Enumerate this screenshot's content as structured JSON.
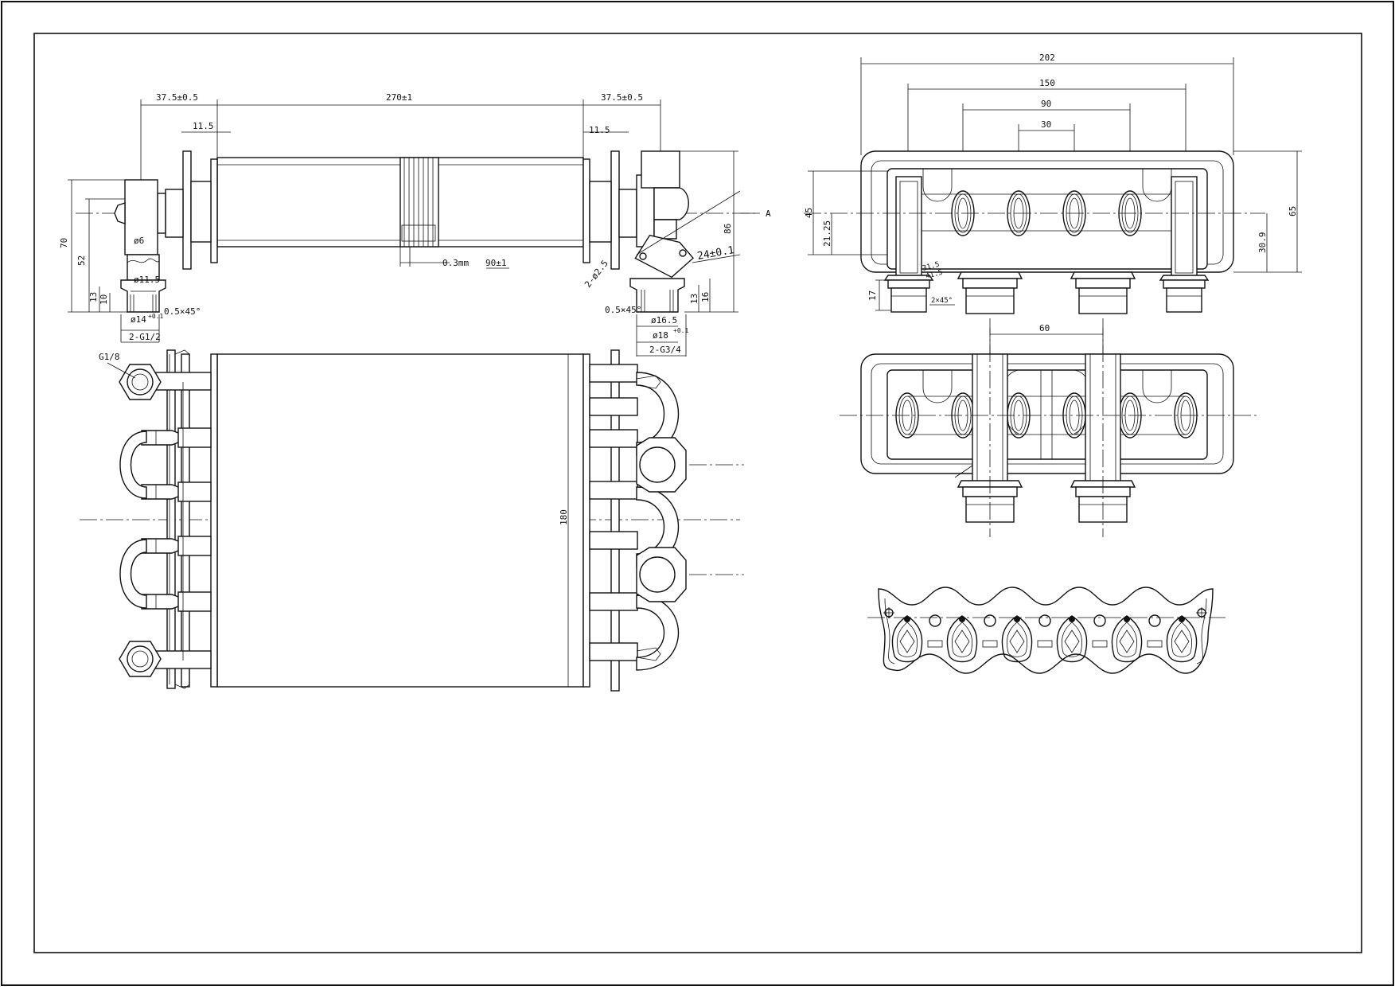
{
  "drawing": {
    "colors": {
      "ink": "#111111",
      "paper": "#ffffff"
    },
    "side_view": {
      "dims": {
        "left_offset": "37.5±0.5",
        "length": "270±1",
        "right_offset": "37.5±0.5",
        "left_flange": "11.5",
        "right_flange": "11.5",
        "fin_thickness": "0.3mm",
        "fin_count": "90±1",
        "height_70": "70",
        "height_52": "52",
        "height_13": "13",
        "height_10": "10",
        "dia_6": "ø6",
        "dia_11_5": "ø11.5",
        "dia_14": "ø14",
        "tol_left": "+0.1",
        "chamfer_left": "0.5×45°",
        "thread_left": "2-G1/2",
        "hole_spec": "2-ø2.5",
        "flat_24": "24±0.1",
        "height_86": "86",
        "view_a": "A",
        "chamfer_right": "0.5×45°",
        "dia_16_5": "ø16.5",
        "dia_18": "ø18",
        "tol_right": "+0.1",
        "height_13r": "13",
        "height_16": "16",
        "thread_right": "2-G3/4"
      }
    },
    "front_view": {
      "dims": {
        "thread_g18": "G1/8",
        "height_180": "180"
      }
    },
    "end_view_top": {
      "dims": {
        "w202": "202",
        "w150": "150",
        "w90": "90",
        "w30": "30",
        "h45": "45",
        "h21_25": "21.25",
        "h65": "65",
        "h30_9": "30.9",
        "h17": "17",
        "d31_5": "31.5",
        "d41_5": "41.5",
        "chamfer": "2×45°"
      }
    },
    "end_view_mid": {
      "dims": {
        "w60": "60"
      }
    }
  }
}
